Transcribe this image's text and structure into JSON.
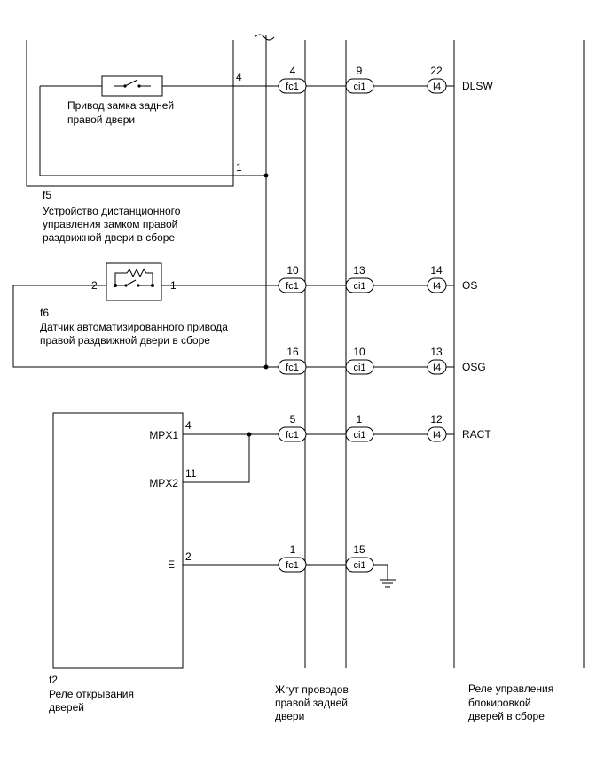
{
  "components": {
    "f5": {
      "code": "f5",
      "name_lines": [
        "Устройство дистанционного",
        "управления замком правой",
        "раздвижной двери в сборе"
      ],
      "inner_lines": [
        "Привод замка задней",
        "правой двери"
      ],
      "pins": [
        "4",
        "1"
      ]
    },
    "f6": {
      "code": "f6",
      "name_lines": [
        "Датчик автоматизированного привода",
        "правой раздвижной двери в сборе"
      ],
      "pins": [
        "2",
        "1"
      ]
    },
    "f2": {
      "code": "f2",
      "name_lines": [
        "Реле открывания",
        "дверей"
      ],
      "terminals": [
        "MPX1",
        "MPX2",
        "E"
      ],
      "pins": [
        "4",
        "11",
        "2"
      ]
    },
    "harness": {
      "name_lines": [
        "Жгут проводов",
        "правой задней",
        "двери"
      ]
    },
    "relay": {
      "name_lines": [
        "Реле управления",
        "блокировкой",
        "дверей в сборе"
      ]
    }
  },
  "connectors": {
    "fc1": "fc1",
    "ci1": "ci1",
    "i4": "I4"
  },
  "wire_rows": [
    {
      "fc1_pin": "4",
      "ci1_pin": "9",
      "i4_pin": "22",
      "signal": "DLSW"
    },
    {
      "fc1_pin": "10",
      "ci1_pin": "13",
      "i4_pin": "14",
      "signal": "OS"
    },
    {
      "fc1_pin": "16",
      "ci1_pin": "10",
      "i4_pin": "13",
      "signal": "OSG"
    },
    {
      "fc1_pin": "5",
      "ci1_pin": "1",
      "i4_pin": "12",
      "signal": "RACT"
    },
    {
      "fc1_pin": "1",
      "ci1_pin": "15",
      "i4_pin": "",
      "signal": ""
    }
  ]
}
